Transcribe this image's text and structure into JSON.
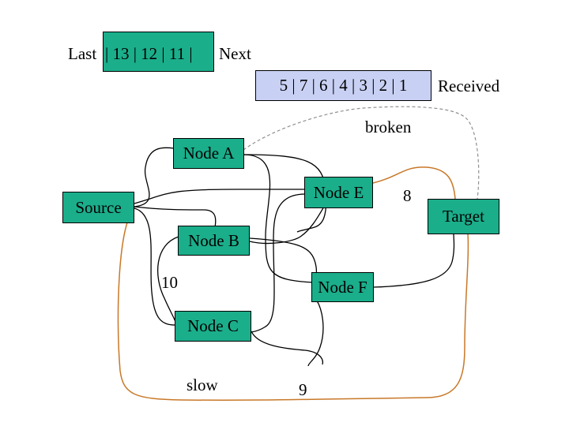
{
  "queue": {
    "last_label": "Last",
    "sequence": "| 13 | 12 | 11 |",
    "next_label": "Next"
  },
  "received": {
    "sequence": "5 | 7 | 6 | 4 | 3 | 2 | 1",
    "label": "Received"
  },
  "nodes": {
    "source": "Source",
    "node_a": "Node A",
    "node_b": "Node B",
    "node_c": "Node C",
    "node_e": "Node E",
    "node_f": "Node F",
    "target": "Target"
  },
  "annotations": {
    "broken": "broken",
    "eight": "8",
    "ten": "10",
    "slow": "slow",
    "nine": "9"
  },
  "colors": {
    "node_fill": "#1bae8b",
    "received_fill": "#c8d0f4",
    "slow_link": "#c87828",
    "broken_link": "#909090",
    "wire": "#000000"
  }
}
